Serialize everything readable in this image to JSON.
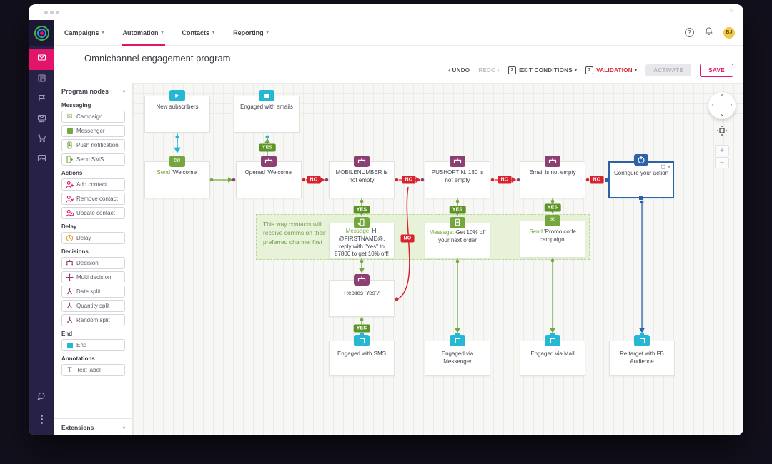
{
  "window": {
    "close_glyph": "×"
  },
  "nav": {
    "items": [
      {
        "label": "Campaigns"
      },
      {
        "label": "Automation"
      },
      {
        "label": "Contacts"
      },
      {
        "label": "Reporting"
      }
    ],
    "help_glyph": "?",
    "avatar_initials": "BJ"
  },
  "page": {
    "title": "Omnichannel engagement program"
  },
  "toolbar": {
    "undo": "‹ UNDO",
    "redo": "REDO ›",
    "exit_conditions_count": "2",
    "exit_conditions": "EXIT CONDITIONS",
    "validation_count": "2",
    "validation": "VALIDATION",
    "activate": "ACTIVATE",
    "save": "SAVE"
  },
  "panel": {
    "header": "Program nodes",
    "footer": "Extensions",
    "sections": [
      {
        "title": "Messaging",
        "items": [
          {
            "label": "Campaign"
          },
          {
            "label": "Messenger"
          },
          {
            "label": "Push notification"
          },
          {
            "label": "Send SMS"
          }
        ]
      },
      {
        "title": "Actions",
        "items": [
          {
            "label": "Add contact"
          },
          {
            "label": "Remove contact"
          },
          {
            "label": "Update contact"
          }
        ]
      },
      {
        "title": "Delay",
        "items": [
          {
            "label": "Delay"
          }
        ]
      },
      {
        "title": "Decisions",
        "items": [
          {
            "label": "Decision"
          },
          {
            "label": "Multi decision"
          },
          {
            "label": "Date split"
          },
          {
            "label": "Quantity split"
          },
          {
            "label": "Random split"
          }
        ]
      },
      {
        "title": "End",
        "items": [
          {
            "label": "End"
          }
        ]
      },
      {
        "title": "Annotations",
        "items": [
          {
            "label": "Text label"
          }
        ]
      }
    ]
  },
  "labels": {
    "yes": "YES",
    "no": "NO"
  },
  "nodes": {
    "new_subscribers": "New subscribers",
    "engaged_emails": "Engaged with emails",
    "send_welcome_prefix": "Send",
    "send_welcome_text": " 'Welcome'",
    "opened_welcome": "Opened 'Welcome'",
    "mobile": "MOBILENUMBER is not empty",
    "pushoptin": "PUSHOPTIN. 180 is not empty",
    "email": "Email is not empty",
    "configure": "Configure your action",
    "annotation": "This way contacts will receive comms on their preferred channel first",
    "sms_prefix": "Message:",
    "sms_text": " Hi @FIRSTNAME@, reply with \"Yes\" to 87800 to get 10% off!",
    "push_prefix": "Message:",
    "push_text": " Get 10% off your next order",
    "promo_prefix": "Send",
    "promo_text": " 'Promo code campaign'",
    "replies": "Replies 'Yes'?",
    "end_sms": "Engaged with SMS",
    "end_messenger": "Engaged via Messenger",
    "end_mail": "Engaged via Mail",
    "end_fb": "Re target with FB Audience",
    "copy_glyph": "❏",
    "close_glyph": "×"
  },
  "canvas_controls": {
    "zoom_in": "+",
    "zoom_out": "−"
  },
  "colors": {
    "accent_pink": "#e2156b",
    "green": "#74a83e",
    "green_badge": "#5d9427",
    "red": "#d8232e",
    "purple": "#8d3f74",
    "cyan": "#25b7d3",
    "selection_blue": "#2b62a9",
    "annotation_bg": "#e8f2d9",
    "rail_bg": "#272145"
  }
}
